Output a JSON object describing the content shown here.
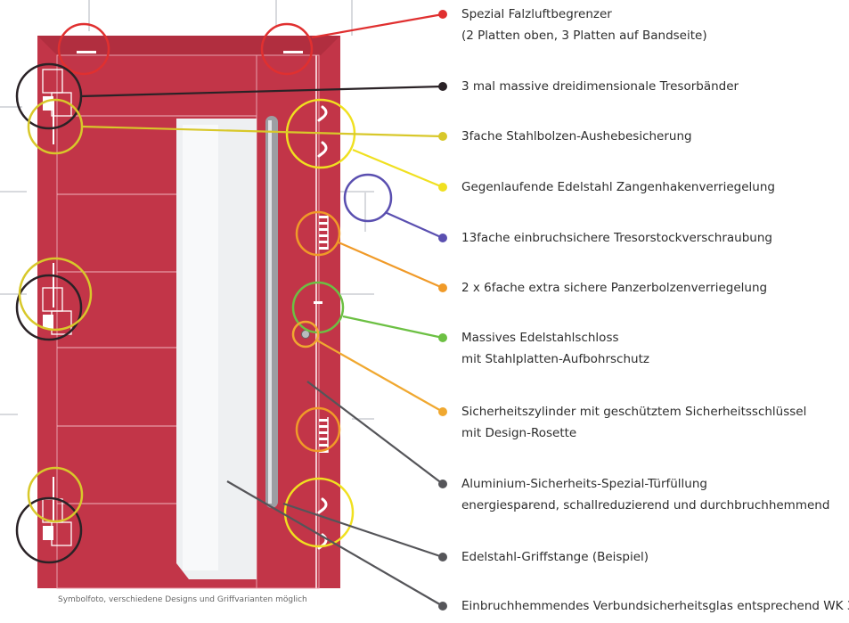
{
  "caption": "Symbolfoto, verschiedene Designs und Griffvarianten möglich",
  "colors": {
    "door": "#c23548",
    "door_dark": "#9d2535",
    "glass": "#eef0f2",
    "handle": "#9c9ea3",
    "tile_line": "#d8dade"
  },
  "callouts": [
    {
      "lines": [
        "Spezial Falzluftbegrenzer",
        "(2 Platten oben, 3 Platten auf Bandseite)"
      ],
      "color": "#e03030"
    },
    {
      "lines": [
        "3 mal massive dreidimensionale Tresorbänder"
      ],
      "color": "#2a2226"
    },
    {
      "lines": [
        "3fache Stahlbolzen-Aushebesicherung"
      ],
      "color": "#d8c82a"
    },
    {
      "lines": [
        "Gegenlaufende Edelstahl Zangenhakenverriegelung"
      ],
      "color": "#f0e020"
    },
    {
      "lines": [
        "13fache einbruchsichere Tresorstockverschraubung"
      ],
      "color": "#5a4fb0"
    },
    {
      "lines": [
        "2 x 6fache extra sichere Panzerbolzenverriegelung"
      ],
      "color": "#f09a28"
    },
    {
      "lines": [
        "Massives Edelstahlschloss",
        "mit Stahlplatten-Aufbohrschutz"
      ],
      "color": "#6cc043"
    },
    {
      "lines": [
        "Sicherheitszylinder mit geschütztem Sicherheitsschlüssel",
        "mit Design-Rosette"
      ],
      "color": "#f0a830"
    },
    {
      "lines": [
        "Aluminium-Sicherheits-Spezial-Türfüllung",
        "energiesparend, schallreduzierend und durchbruchhemmend"
      ],
      "color": "#555559"
    },
    {
      "lines": [
        "Edelstahl-Griffstange (Beispiel)"
      ],
      "color": "#555559"
    },
    {
      "lines": [
        "Einbruchhemmendes Verbundsicherheitsglas entsprechend WK 3"
      ],
      "color": "#555559"
    }
  ]
}
